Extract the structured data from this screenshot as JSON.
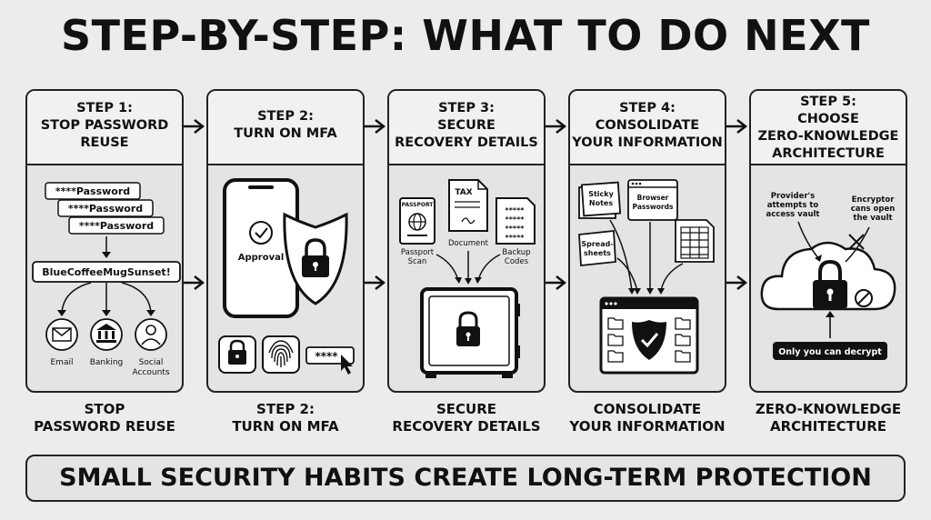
{
  "title": "STEP-BY-STEP: WHAT TO DO NEXT",
  "steps": [
    {
      "heading": [
        "STEP 1:",
        "STOP PASSWORD",
        "REUSE"
      ],
      "caption": [
        "STOP",
        "PASSWORD REUSE"
      ],
      "passwords": [
        "****Password",
        "****Password",
        "****Password"
      ],
      "passphrase": "BlueCoffeeMugSunset!",
      "accounts": [
        "Email",
        "Banking",
        "Social",
        "Accounts"
      ]
    },
    {
      "heading": [
        "STEP 2:",
        "TURN ON MFA"
      ],
      "caption": [
        "STEP 2:",
        "TURN ON MFA"
      ],
      "approval": "Approval",
      "pin": "****"
    },
    {
      "heading": [
        "STEP 3:",
        "SECURE",
        "RECOVERY DETAILS"
      ],
      "caption": [
        "SECURE",
        "RECOVERY DETAILS"
      ],
      "passport_label": "PASSPORT",
      "passport_scan": [
        "Passport",
        "Scan"
      ],
      "tax_label": "TAX",
      "document": "Document",
      "backup_codes": [
        "Backup",
        "Codes"
      ],
      "codes_rows": [
        "*****",
        "*****",
        "*****",
        "*****"
      ]
    },
    {
      "heading": [
        "STEP 4:",
        "CONSOLIDATE",
        "YOUR INFORMATION"
      ],
      "caption": [
        "CONSOLIDATE",
        "YOUR INFORMATION"
      ],
      "sticky_notes": [
        "Sticky",
        "Notes"
      ],
      "browser_passwords": [
        "Browser",
        "Passwords"
      ],
      "spreadsheets": [
        "Spread-",
        "sheets"
      ]
    },
    {
      "heading": [
        "STEP 5:",
        "CHOOSE",
        "ZERO-KNOWLEDGE",
        "ARCHITECTURE"
      ],
      "caption": [
        "ZERO-KNOWLEDGE",
        "ARCHITECTURE"
      ],
      "provider_note": [
        "Provider's",
        "attempts to",
        "access vault"
      ],
      "encryptor_note": [
        "Encryptor",
        "cans open",
        "the vault"
      ],
      "decrypt_note": "Only you can decrypt"
    }
  ],
  "footer": "SMALL SECURITY HABITS CREATE LONG-TERM PROTECTION"
}
